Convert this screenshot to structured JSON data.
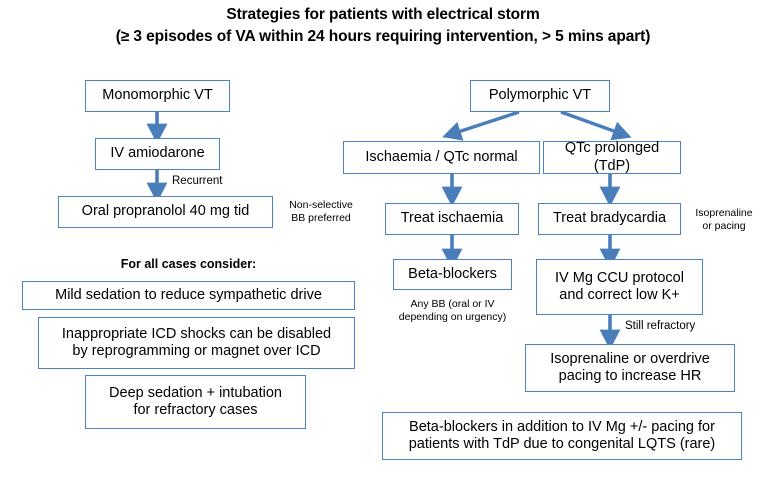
{
  "title": {
    "line1": "Strategies for patients with electrical storm",
    "line2": "(≥ 3 episodes of VA within 24 hours requiring intervention, > 5 mins apart)"
  },
  "theme": {
    "box_border": "#4E81BD",
    "arrow": "#4A7EBB",
    "background": "#FFFFFF",
    "text": "#000000"
  },
  "nodes": {
    "monomorphic_vt": "Monomorphic VT",
    "iv_amiodarone": "IV amiodarone",
    "oral_propranolol": "Oral propranolol 40 mg tid",
    "polymorphic_vt": "Polymorphic VT",
    "ischaemia_qtc_normal": "Ischaemia / QTc normal",
    "qtc_prolonged": "QTc prolonged (TdP)",
    "treat_ischaemia": "Treat ischaemia",
    "treat_bradycardia": "Treat bradycardia",
    "beta_blockers": "Beta-blockers",
    "iv_mg_protocol": "IV Mg CCU protocol\nand correct low K+",
    "isoprenaline_overdrive": "Isoprenaline or overdrive\npacing to increase HR",
    "mild_sedation": "Mild sedation to reduce sympathetic drive",
    "icd_shocks": "Inappropriate ICD shocks can be disabled\nby reprogramming or magnet over ICD",
    "deep_sedation": "Deep sedation + intubation\nfor refractory cases",
    "bb_addition_tdp": "Beta-blockers in addition to IV Mg +/- pacing for\npatients with TdP due to congenital LQTS (rare)"
  },
  "section_headings": {
    "for_all_cases": "For all cases consider:"
  },
  "edge_labels": {
    "recurrent": "Recurrent",
    "still_refractory": "Still refractory"
  },
  "notes": {
    "non_selective_bb": "Non-selective\nBB preferred",
    "isoprenaline_or_pacing": "Isoprenaline\nor pacing",
    "any_bb": "Any BB (oral or IV\ndepending on urgency)"
  }
}
